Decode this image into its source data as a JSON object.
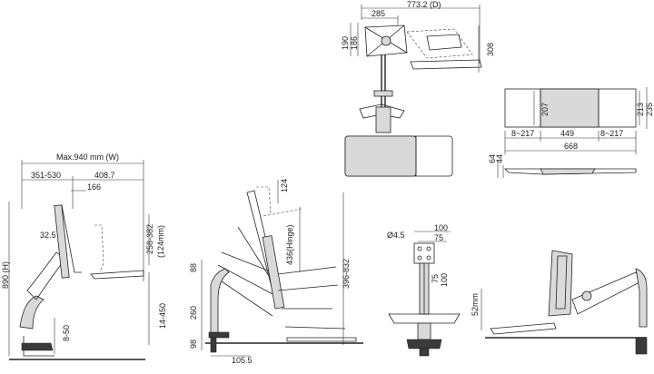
{
  "views": {
    "top": {
      "width_total": "773.2 (D)",
      "arm_span": "285",
      "height_a": "190",
      "height_b": "186",
      "depth": "308"
    },
    "tray": {
      "w_207": "207",
      "w_213": "213",
      "w_235": "235",
      "left_edge": "8~217",
      "middle": "449",
      "right_edge": "8~217",
      "total": "668",
      "thick_64": "64",
      "thick_44": "44"
    },
    "side": {
      "max_width": "Max.940 mm (W)",
      "reach_a": "351-530",
      "reach_b": "408.7",
      "offset": "166",
      "arm_len": "32.5",
      "height_range": "258-382",
      "height_range_note": "(124mm)",
      "height_total": "890 (H)",
      "lift": "14-450",
      "clamp": "8-50"
    },
    "motion": {
      "travel": "124",
      "hinge": "436(Hinge)",
      "range": "396-832",
      "h88": "88",
      "h260": "260",
      "h98": "98",
      "base": "105.5"
    },
    "column": {
      "hole": "Ø4.5",
      "w100": "100",
      "w75": "75",
      "v75": "75",
      "v100": "100"
    },
    "keyboard": {
      "drop": "52mm"
    }
  }
}
